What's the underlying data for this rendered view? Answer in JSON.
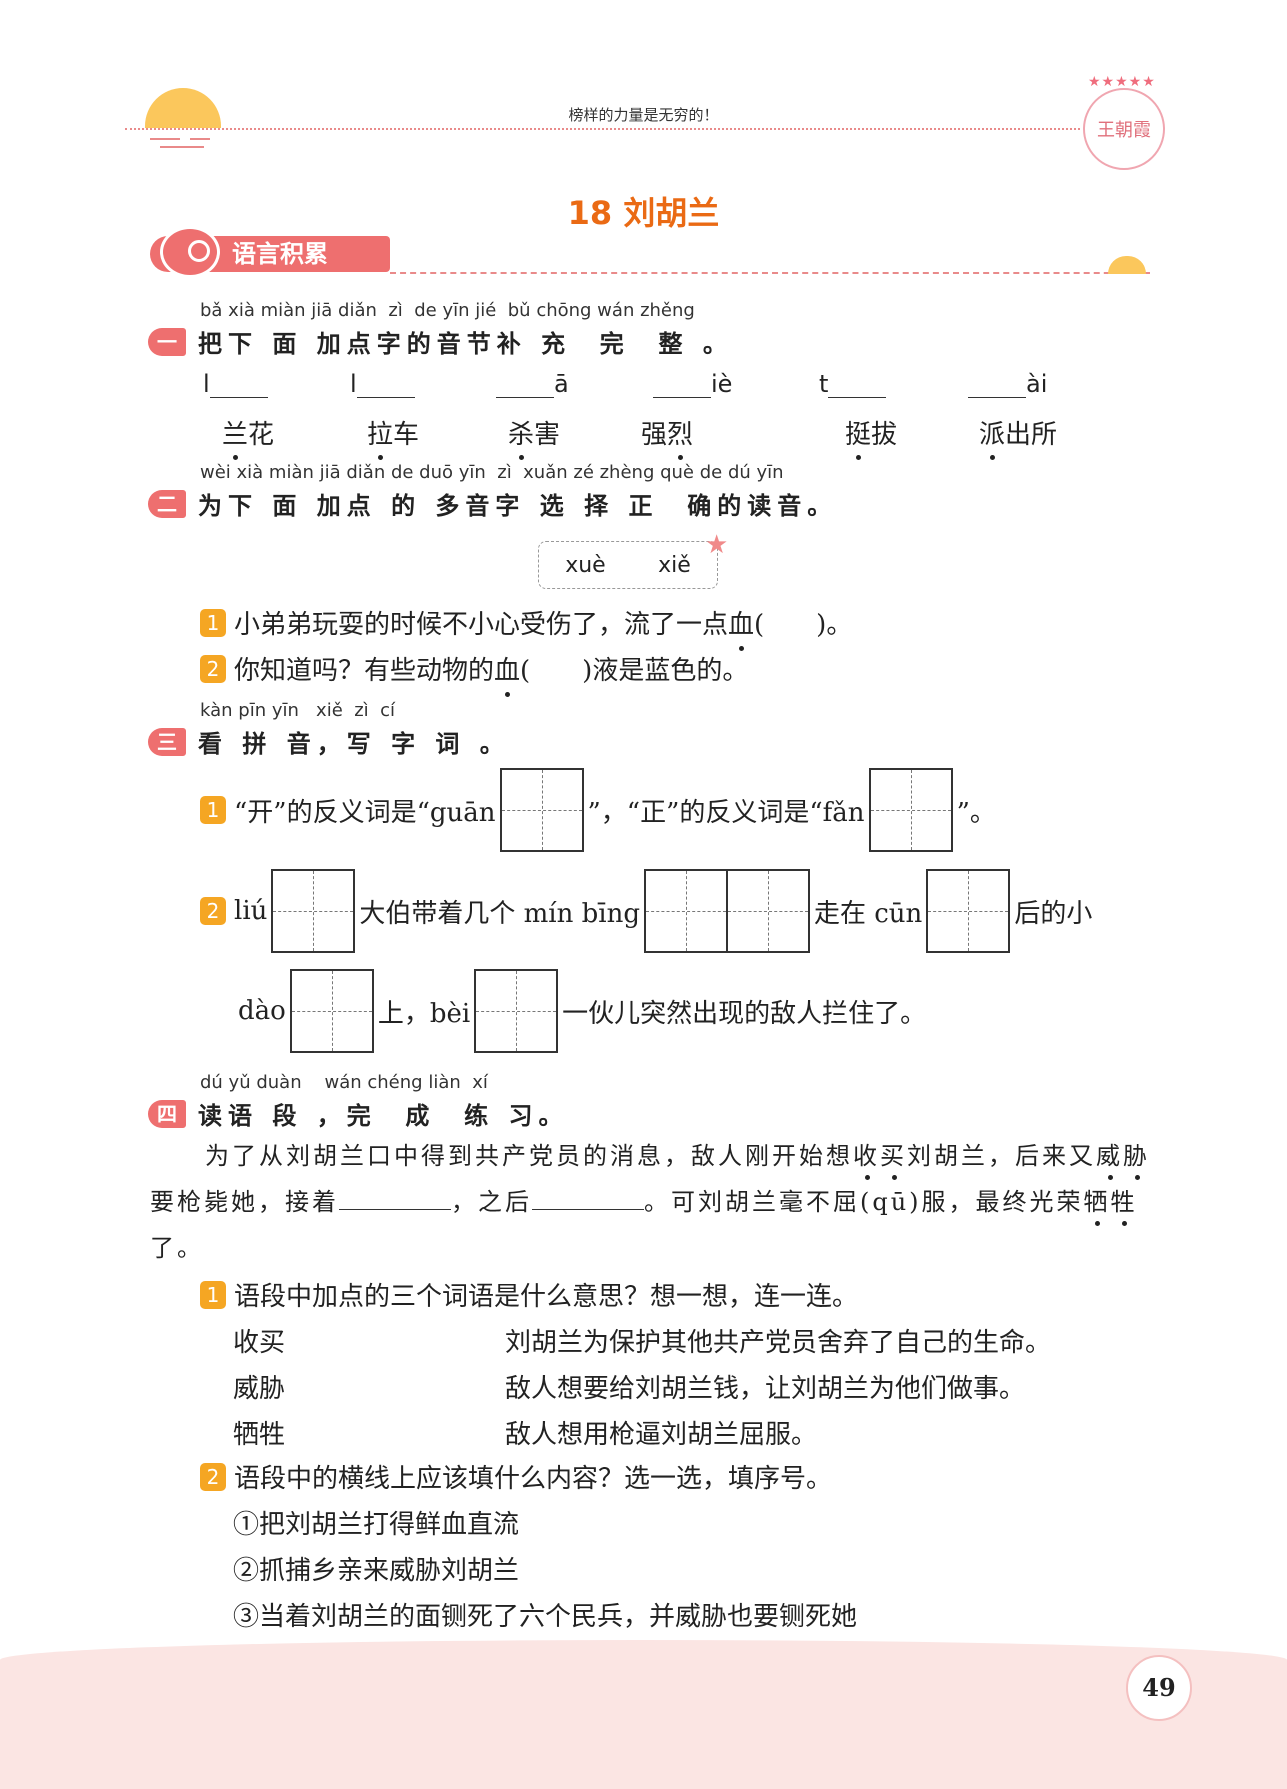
{
  "header": {
    "motto": "榜样的力量是无穷的！",
    "stamp_text": "王朝霞"
  },
  "title": "18  刘胡兰",
  "section_banner": "语言积累",
  "q1": {
    "badge": "一",
    "pinyin": "bǎ xià miàn jiā diǎn  zì  de yīn jié  bǔ chōng wán zhěng",
    "heading": "把下 面 加点字的音节补 充  完  整 。",
    "blanks": [
      {
        "pre": "l",
        "post": ""
      },
      {
        "pre": "l",
        "post": ""
      },
      {
        "pre": "",
        "post": "ā"
      },
      {
        "pre": "",
        "post": "iè"
      },
      {
        "pre": "t",
        "post": ""
      },
      {
        "pre": "",
        "post": "ài"
      }
    ],
    "words": [
      {
        "pre": "",
        "dot": "兰",
        "post": "花"
      },
      {
        "pre": "",
        "dot": "拉",
        "post": "车"
      },
      {
        "pre": "",
        "dot": "杀",
        "post": "害"
      },
      {
        "pre": "强",
        "dot": "烈",
        "post": ""
      },
      {
        "pre": "",
        "dot": "挺",
        "post": "拔"
      },
      {
        "pre": "",
        "dot": "派",
        "post": "出所"
      }
    ]
  },
  "q2": {
    "badge": "二",
    "pinyin": "wèi xià miàn jiā diǎn de duō yīn  zì  xuǎn zé zhèng què de dú yīn",
    "heading": "为下 面 加点 的 多音字 选 择 正  确的读音。",
    "choices": [
      "xuè",
      "xiě"
    ],
    "items": [
      {
        "num": "1",
        "pre": "小弟弟玩耍的时候不小心受伤了，流了一点",
        "dot": "血",
        "post": "(　　)。"
      },
      {
        "num": "2",
        "pre": "你知道吗？有些动物的",
        "dot": "血",
        "post": "(　　)液是蓝色的。"
      }
    ]
  },
  "q3": {
    "badge": "三",
    "pinyin": "kàn pīn yīn   xiě  zì  cí",
    "heading": "看 拼 音，写 字 词 。",
    "item1": {
      "num": "1",
      "a": "“开”的反义词是“guān",
      "b": "”，“正”的反义词是“fǎn",
      "c": "”。"
    },
    "item2": {
      "num": "2",
      "a": "liú",
      "b": "大伯带着几个 mín bīng",
      "c": "走在 cūn",
      "d": "后的小",
      "e": "dào",
      "f": "上，bèi",
      "g": "一伙儿突然出现的敌人拦住了。"
    }
  },
  "q4": {
    "badge": "四",
    "pinyin": "dú yǔ duàn    wán chéng liàn  xí",
    "heading": "读语 段 ，完  成  练 习。",
    "para": {
      "s1": "为了从刘胡兰口中得到共产党员的消息，敌人刚开始想",
      "d1": "收买",
      "s2": "刘胡兰，后来又",
      "d2": "威胁",
      "s3": "要枪毙她，接着",
      "s4": "，之后",
      "s5": "。可刘胡兰毫不屈(qū)服，最终光荣",
      "d3": "牺牲",
      "s6": "了。"
    },
    "sub1": {
      "num": "1",
      "text": "语段中加点的三个词语是什么意思？想一想，连一连。",
      "left": [
        "收买",
        "威胁",
        "牺牲"
      ],
      "right": [
        "刘胡兰为保护其他共产党员舍弃了自己的生命。",
        "敌人想要给刘胡兰钱，让刘胡兰为他们做事。",
        "敌人想用枪逼刘胡兰屈服。"
      ]
    },
    "sub2": {
      "num": "2",
      "text": "语段中的横线上应该填什么内容？选一选，填序号。",
      "options": [
        "①把刘胡兰打得鲜血直流",
        "②抓捕乡亲来威胁刘胡兰",
        "③当着刘胡兰的面铡死了六个民兵，并威胁也要铡死她"
      ]
    }
  },
  "page_number": "49"
}
